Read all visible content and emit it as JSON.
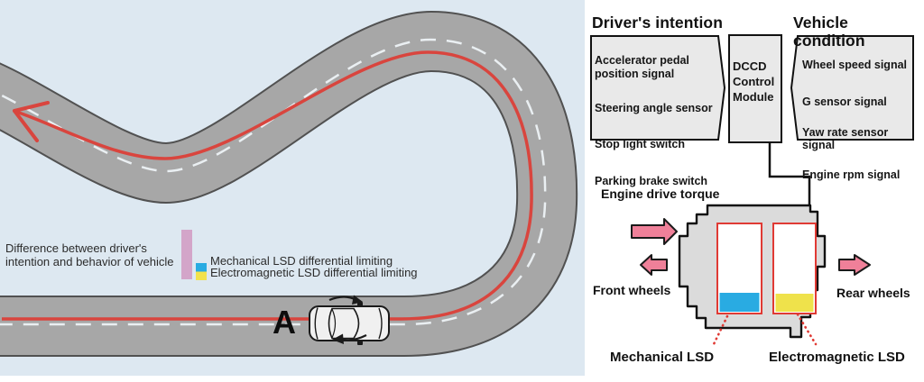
{
  "colors": {
    "panel_bg": "#dde8f1",
    "road": "#a7a7a7",
    "road_edge": "#515151",
    "center_dash": "#edf2f6",
    "driving_line": "#d9453e",
    "legend_bar_pink": "#d3a5c9",
    "swatch_cyan": "#29abe2",
    "swatch_yellow": "#f2e24c",
    "arrow_pink": "#ef8099",
    "arrow_outline": "#1a1a1a",
    "box_fill": "#e9e9e9",
    "box_stroke": "#111111",
    "housing_fill": "#dbdbdb",
    "lsd_red": "#e03a34",
    "mech_cyan": "#29abe2",
    "elec_yellow": "#efe24b",
    "wire": "#111111",
    "car_body": "#f0f0f0",
    "car_outline": "#1a1a1a"
  },
  "road_scene": {
    "corner_label": "A",
    "legend": {
      "difference": "Difference between driver's intention and behavior of vehicle",
      "mechanical": "Mechanical LSD differential limiting",
      "electromagnetic": "Electromagnetic LSD differential limiting"
    }
  },
  "control_diagram": {
    "driver_intention": {
      "title": "Driver's intention",
      "items": [
        "Accelerator pedal position signal",
        "Steering angle sensor",
        "Stop light switch",
        "Parking brake switch"
      ]
    },
    "dccd_module_label": "DCCD Control Module",
    "vehicle_condition": {
      "title": "Vehicle condition",
      "items": [
        "Wheel speed signal",
        "G sensor signal",
        "Yaw rate sensor signal",
        "Engine rpm signal"
      ]
    },
    "labels": {
      "engine_drive_torque": "Engine drive torque",
      "front_wheels": "Front wheels",
      "rear_wheels": "Rear wheels",
      "mechanical_lsd": "Mechanical LSD",
      "electromagnetic_lsd": "Electromagnetic LSD"
    }
  }
}
